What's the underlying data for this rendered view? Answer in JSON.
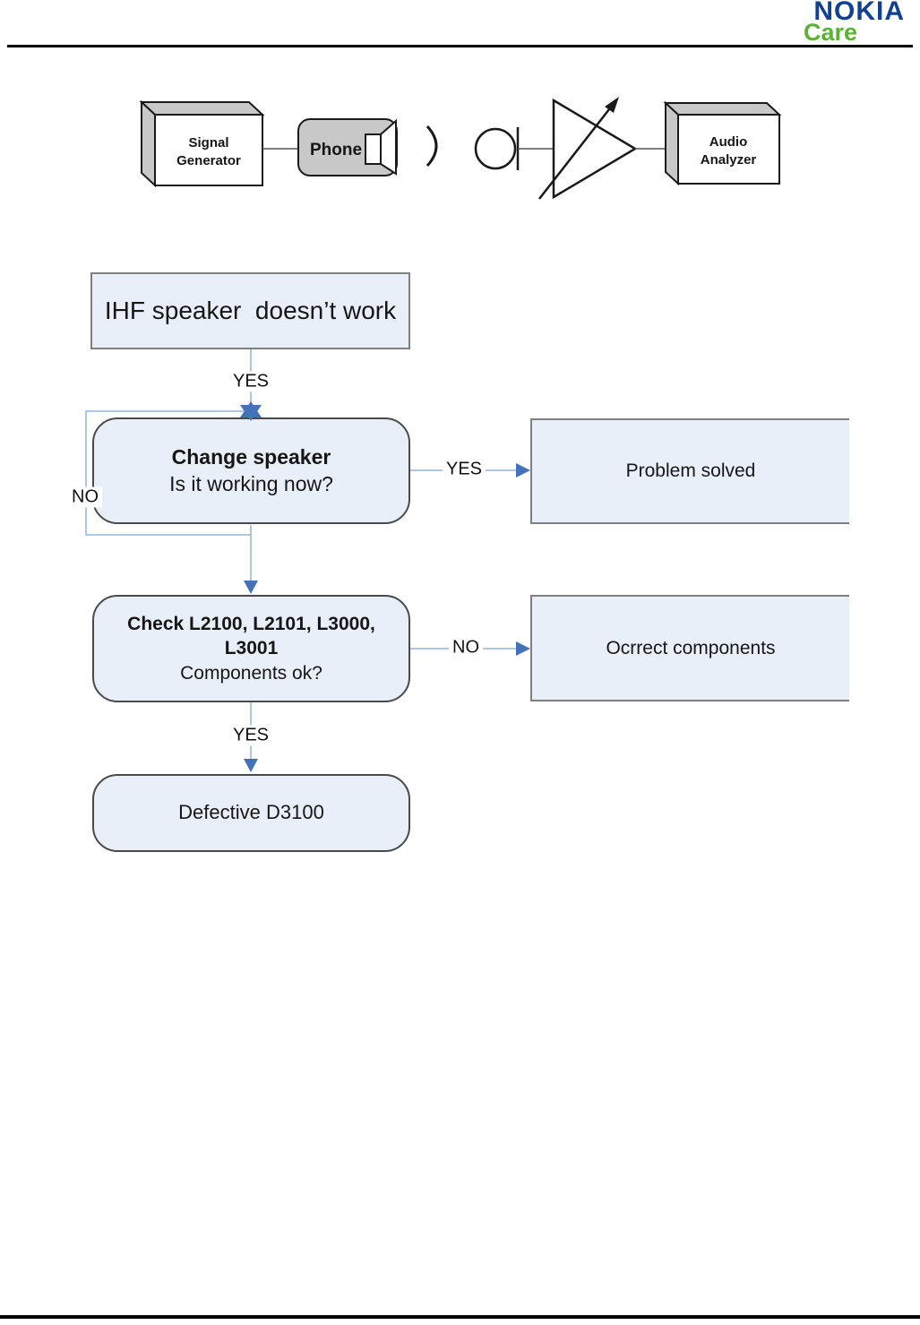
{
  "header": {
    "brand": "NOKIA",
    "sub_brand": "Care",
    "brand_color": "#124191",
    "sub_brand_color": "#5CB234"
  },
  "test_setup": {
    "signal_generator_line1": "Signal",
    "signal_generator_line2": "Generator",
    "phone_label": "Phone",
    "audio_analyzer_line1": "Audio",
    "audio_analyzer_line2": "Analyzer"
  },
  "flowchart": {
    "start_text": "IHF speaker  doesn’t work",
    "change_title": "Change speaker",
    "change_question": "Is it working now?",
    "problem_solved_text": "Problem solved",
    "check_title_line1": "Check L2100, L2101, L3000,",
    "check_title_line2": "L3001",
    "check_question": "Components ok?",
    "correct_components_text": "Ocrrect components",
    "defective_text": "Defective D3100",
    "label_yes_top": "YES",
    "label_no_loop": "NO",
    "label_yes_right": "YES",
    "label_no_right": "NO",
    "label_yes_bottom": "YES",
    "colors": {
      "node_fill": "#E9EFF8",
      "connector_line": "#95B3D7",
      "arrowhead": "#4472B8",
      "rect_border": "#7F7F7F",
      "round_border": "#4A4A4A"
    }
  }
}
